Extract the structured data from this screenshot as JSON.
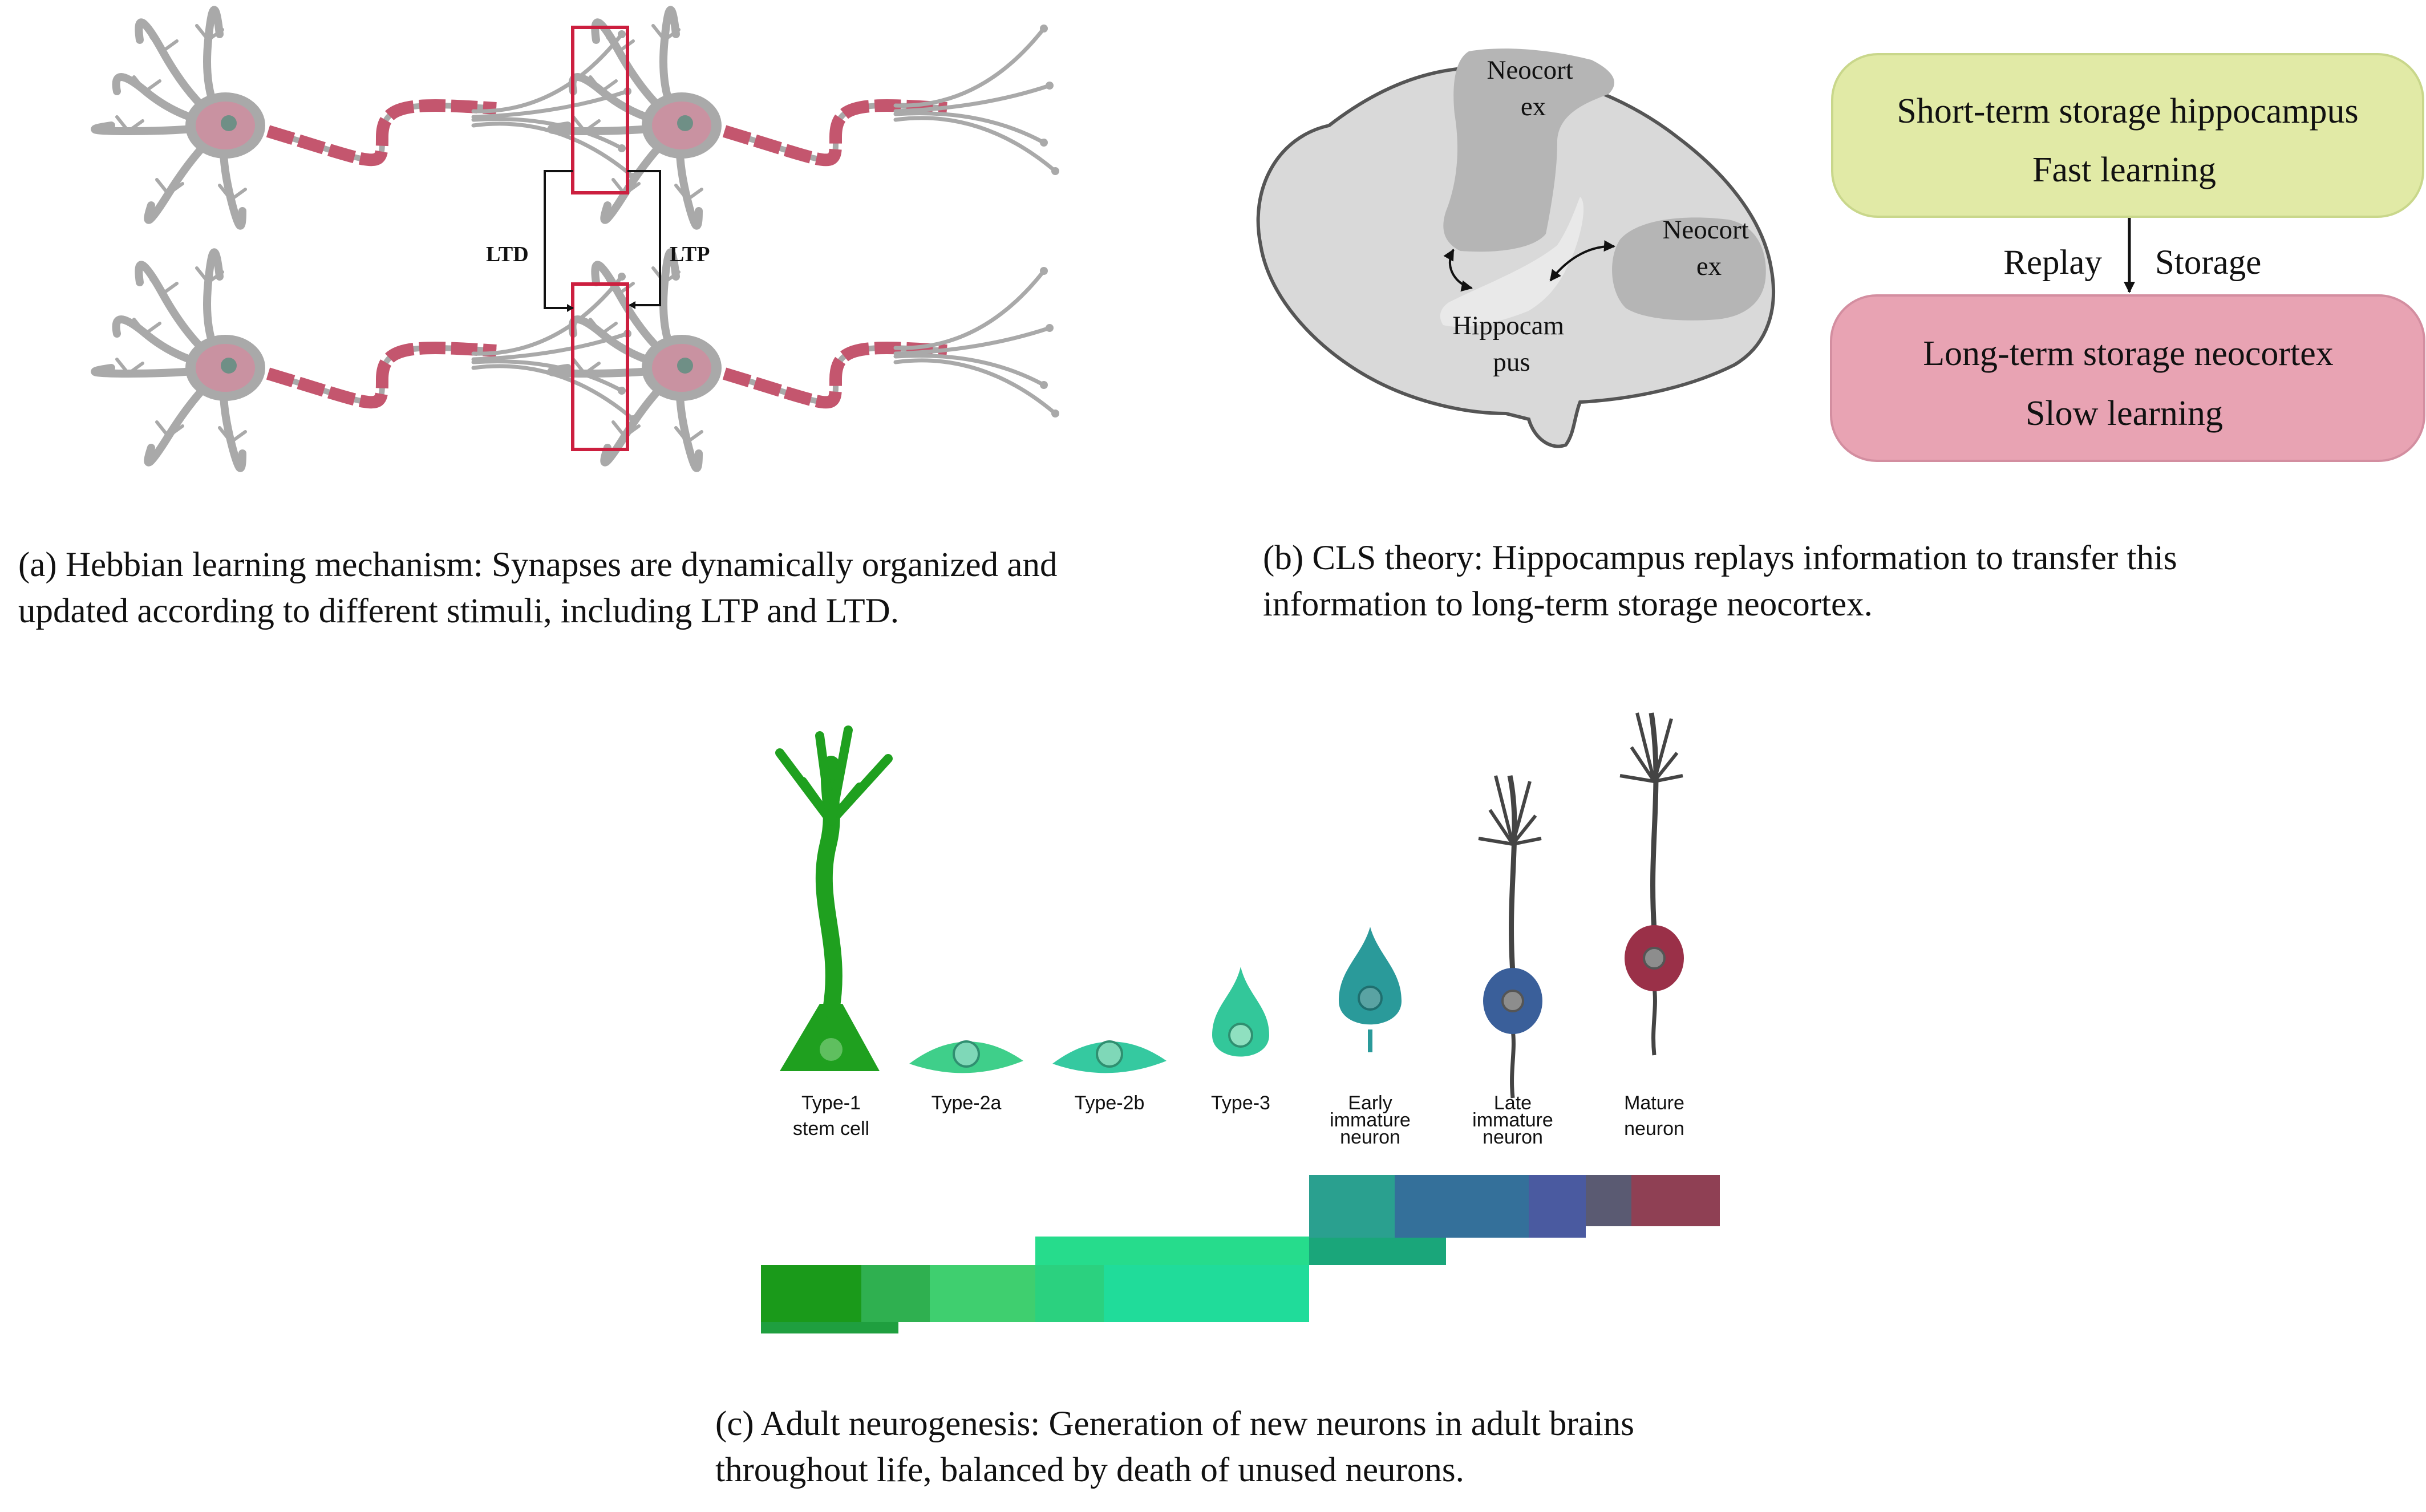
{
  "panel_a": {
    "labels": {
      "ltd": "LTD",
      "ltp": "LTP"
    },
    "caption_lines": [
      "(a) Hebbian learning mechanism:  Synapses are dynamically organized and",
      "updated according to different stimuli, including LTP and LTD."
    ]
  },
  "panel_b": {
    "brain_labels": {
      "neocortex_top": [
        "Neocort",
        "ex"
      ],
      "neocortex_side": [
        "Neocort",
        "ex"
      ],
      "hippocampus": [
        "Hippocam",
        "pus"
      ]
    },
    "short_term_box": {
      "line1": "Short-term storage hippocampus",
      "line2": "Fast learning"
    },
    "long_term_box": {
      "line1": "Long-term storage neocortex",
      "line2": "Slow learning"
    },
    "arrow_labels": {
      "left": "Replay",
      "right": "Storage"
    },
    "caption_lines": [
      "(b)  CLS theory: Hippocampus replays information to transfer this",
      "information to long-term storage neocortex."
    ]
  },
  "panel_c": {
    "stages": [
      {
        "lines": [
          "Type-1",
          "stem cell"
        ],
        "color": "#1fa01f"
      },
      {
        "lines": [
          "Type-2a"
        ],
        "color": "#3fcf8a"
      },
      {
        "lines": [
          "Type-2b"
        ],
        "color": "#35c9a0"
      },
      {
        "lines": [
          "Type-3"
        ],
        "color": "#33c79a"
      },
      {
        "lines": [
          "Early",
          "immature",
          "neuron"
        ],
        "color": "#2a9a9a"
      },
      {
        "lines": [
          "Late",
          "immature",
          "neuron"
        ],
        "color": "#3a5f9a"
      },
      {
        "lines": [
          "Mature",
          "neuron"
        ],
        "color": "#9a3048"
      }
    ],
    "caption_lines": [
      "(c)  Adult neurogenesis:  Generation of new neurons in adult brains",
      "throughout life, balanced by death of unused neurons."
    ]
  },
  "colors": {
    "neuron_body": "#a9a9a9",
    "myelin": "#c4566e",
    "soma_tint": "#cf8ea0",
    "synapse_box": "#cc1f3f",
    "brain_fill": "#d9d9d9",
    "brain_region": "#b5b5b5",
    "short_term_fill": "#e1eaa6",
    "long_term_fill": "#e8a3b3"
  }
}
